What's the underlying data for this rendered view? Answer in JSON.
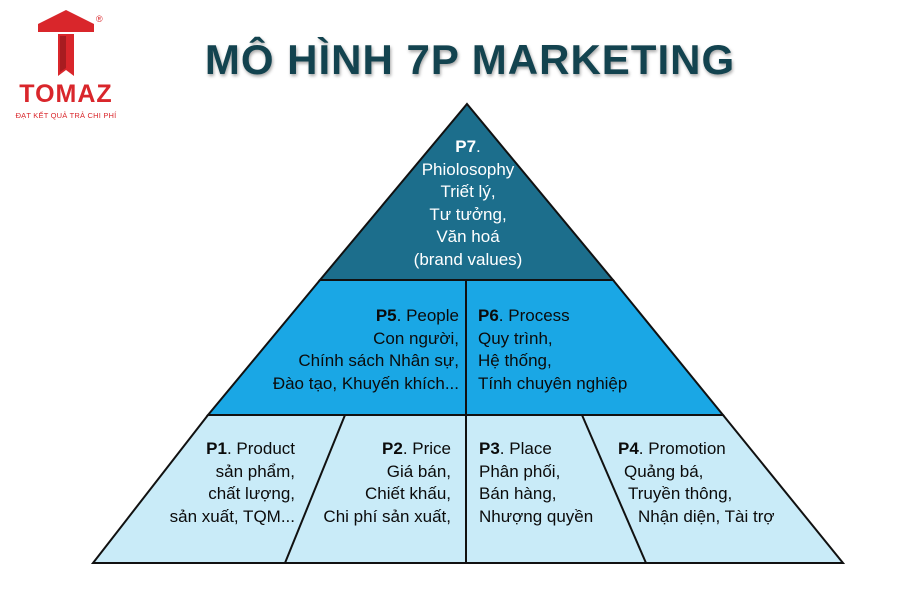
{
  "logo": {
    "brand": "TOMAZ",
    "tagline": "ĐẠT KẾT QUẢ TRẢ CHI PHÍ",
    "registered": "®"
  },
  "title": "MÔ HÌNH 7P MARKETING",
  "colors": {
    "top": "#1c6e8c",
    "middle": "#1aa7e5",
    "bottom": "#c9ebf8",
    "title": "#13434f",
    "logo": "#d9262b"
  },
  "pyramid": {
    "p7": {
      "code": "P7",
      "name": "Phiolosophy",
      "lines": [
        "Triết lý,",
        "Tư tưởng,",
        "Văn hoá",
        "(brand values)"
      ]
    },
    "p5": {
      "code": "P5",
      "name": "People",
      "lines": [
        "Con người,",
        "Chính sách Nhân sự,",
        "Đào tạo, Khuyến khích..."
      ]
    },
    "p6": {
      "code": "P6",
      "name": "Process",
      "lines": [
        "Quy trình,",
        "Hệ thống,",
        "Tính chuyên nghiệp"
      ]
    },
    "p1": {
      "code": "P1",
      "name": "Product",
      "lines": [
        "sản phẩm,",
        "chất lượng,",
        "sản xuất, TQM..."
      ]
    },
    "p2": {
      "code": "P2",
      "name": "Price",
      "lines": [
        "Giá bán,",
        "Chiết khấu,",
        "Chi phí sản xuất,"
      ]
    },
    "p3": {
      "code": "P3",
      "name": "Place",
      "lines": [
        "Phân phối,",
        "Bán hàng,",
        "Nhượng quyền"
      ]
    },
    "p4": {
      "code": "P4",
      "name": "Promotion",
      "lines": [
        "Quảng bá,",
        "Truyền thông,",
        "Nhận diện, Tài trợ"
      ]
    }
  }
}
